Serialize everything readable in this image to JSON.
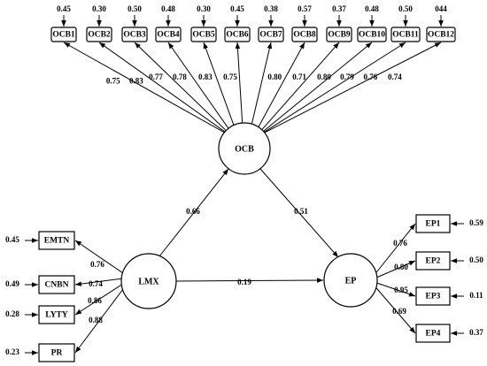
{
  "latents": {
    "ocb": "OCB",
    "lmx": "LMX",
    "ep": "EP"
  },
  "ocb_indicators": [
    {
      "name": "OCB1",
      "error": "0.45",
      "loading": "0.75"
    },
    {
      "name": "OCB2",
      "error": "0.30",
      "loading": "0.83"
    },
    {
      "name": "OCB3",
      "error": "0.50",
      "loading": "0.77"
    },
    {
      "name": "OCB4",
      "error": "0.48",
      "loading": "0.78"
    },
    {
      "name": "OCB5",
      "error": "0.30",
      "loading": "0.83"
    },
    {
      "name": "OCB6",
      "error": "0.45",
      "loading": "0.75"
    },
    {
      "name": "OCB7",
      "error": "0.38",
      "loading": "0.80"
    },
    {
      "name": "OCB8",
      "error": "0.57",
      "loading": "0.71"
    },
    {
      "name": "OCB9",
      "error": "0.37",
      "loading": "0.80"
    },
    {
      "name": "OCB10",
      "error": "0.48",
      "loading": "0.79"
    },
    {
      "name": "OCB11",
      "error": "0.50",
      "loading": "0.76"
    },
    {
      "name": "OCB12",
      "error": "044",
      "loading": "0.74"
    }
  ],
  "lmx_indicators": [
    {
      "name": "EMTN",
      "error": "0.45",
      "loading": "0.76"
    },
    {
      "name": "CNBN",
      "error": "0.49",
      "loading": "0.74"
    },
    {
      "name": "LYTY",
      "error": "0.28",
      "loading": "0.86"
    },
    {
      "name": "PR",
      "error": "0.23",
      "loading": "0.88"
    }
  ],
  "ep_indicators": [
    {
      "name": "EP1",
      "error": "0.59",
      "loading": "0.76"
    },
    {
      "name": "EP2",
      "error": "0.50",
      "loading": "0.80"
    },
    {
      "name": "EP3",
      "error": "0.11",
      "loading": "0.95"
    },
    {
      "name": "EP4",
      "error": "0.37",
      "loading": "0.69"
    }
  ],
  "paths": {
    "lmx_to_ocb": "0.66",
    "ocb_to_ep": "0.51",
    "lmx_to_ep": "0.19"
  }
}
